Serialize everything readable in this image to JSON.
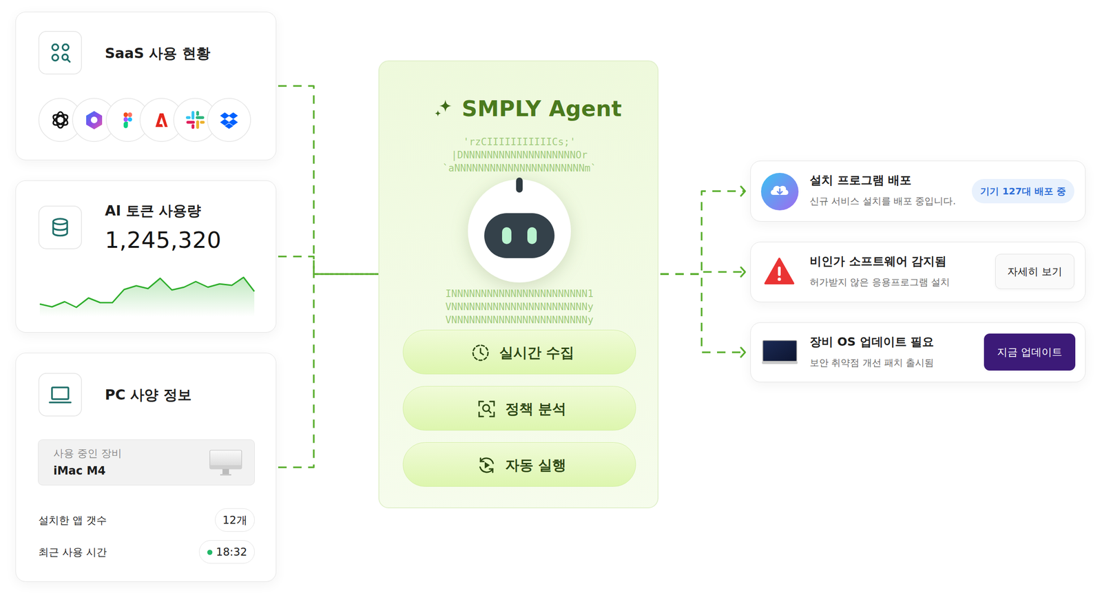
{
  "diagram": {
    "nodes": [
      {
        "text": [
          "SaaS 사용 현황"
        ]
      },
      {
        "text": [
          "AI 토큰 사용량",
          "1,245,320"
        ]
      },
      {
        "text": [
          "PC 사양 정보",
          "설치한 앱 갯수",
          "최근 사용 시간"
        ]
      },
      {
        "text": [
          "사용 중인 장비",
          "iMac M4"
        ],
        "in": 2
      },
      {
        "text": [
          "12개"
        ],
        "in": 2
      },
      {
        "text": [
          "18:32"
        ],
        "in": 2
      },
      {
        "text": [
          "SMPLY Agent"
        ]
      },
      {
        "text": [
          "실시간 수집"
        ],
        "in": 6
      },
      {
        "text": [
          "정책 분석"
        ],
        "in": 6
      },
      {
        "text": [
          "자동 실행"
        ],
        "in": 6
      },
      {
        "text": [
          "설치 프로그램 배포",
          "신규 서비스 설치를 배포 중입니다."
        ]
      },
      {
        "text": [
          "기기 127대 배포 중"
        ],
        "in": 10
      },
      {
        "text": [
          "비인가 소프트웨어 감지됨",
          "허가받지 않은 응용프로그램 설치"
        ]
      },
      {
        "text": [
          "자세히 보기"
        ],
        "in": 12
      },
      {
        "text": [
          "장비 OS 업데이트 필요",
          "보안 취약점 개선 패치 출시됨"
        ]
      },
      {
        "text": [
          "지금 업데이트"
        ],
        "in": 14
      }
    ],
    "edges": [
      {
        "from": 0,
        "to": 6,
        "arrow": "none"
      },
      {
        "from": 1,
        "to": 6,
        "arrow": "none"
      },
      {
        "from": 2,
        "to": 6,
        "arrow": "none"
      },
      {
        "from": 6,
        "to": 10,
        "arrow": "to"
      },
      {
        "from": 6,
        "to": 12,
        "arrow": "to"
      },
      {
        "from": 6,
        "to": 14,
        "arrow": "to"
      }
    ],
    "labels": [
      "'rzCIIIIIIIIIIICs;'",
      "|DNNNNNNNNNNNNNNNNNNNOr",
      "`aNNNNNNNNNNNNNNNNNNNNNNm`",
      "INNNNNNNNNNNNNNNNNNNNNNN1",
      "VNNNNNNNNNNNNNNNNNNNNNNNy",
      "VNNNNNNNNNNNNNNNNNNNNNNNy"
    ]
  }
}
